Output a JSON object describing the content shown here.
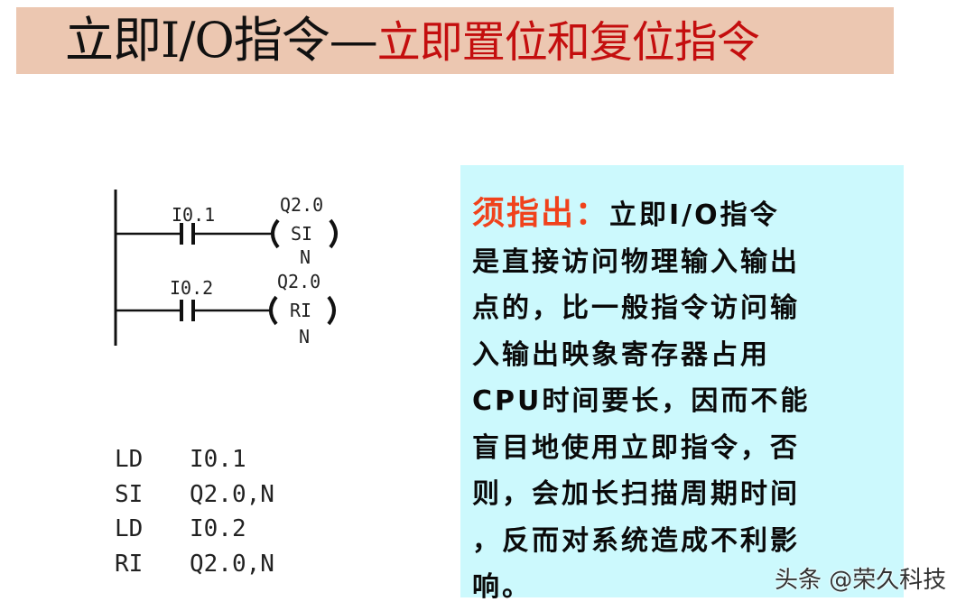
{
  "title": {
    "part1": "立即I/O指令—",
    "part2": "立即置位和复位指令"
  },
  "ladder": {
    "rungs": [
      {
        "contact": "I0.1",
        "coil_address": "Q2.0",
        "coil_op": "SI",
        "coil_param": "N"
      },
      {
        "contact": "I0.2",
        "coil_address": "Q2.0",
        "coil_op": "RI",
        "coil_param": "N"
      }
    ]
  },
  "stl": [
    {
      "op": "LD",
      "operand": "I0.1"
    },
    {
      "op": "SI",
      "operand": "Q2.0,N"
    },
    {
      "op": "LD",
      "operand": "I0.2"
    },
    {
      "op": "RI",
      "operand": "Q2.0,N"
    }
  ],
  "note": {
    "highlight": "须指出：",
    "lines": [
      "立即I/O指令",
      "是直接访问物理输入输出",
      "点的，比一般指令访问输",
      "入输出映象寄存器占用",
      "CPU时间要长，因而不能",
      "盲目地使用立即指令，否",
      "则，会加长扫描周期时间",
      "，反而对系统造成不利影",
      "响。"
    ]
  },
  "watermark": "头条 @荣久科技",
  "colors": {
    "title_bg": "#ecc7b1",
    "title_red": "#c40e0e",
    "note_bg": "#ccf9fd",
    "highlight": "#f0421c"
  }
}
